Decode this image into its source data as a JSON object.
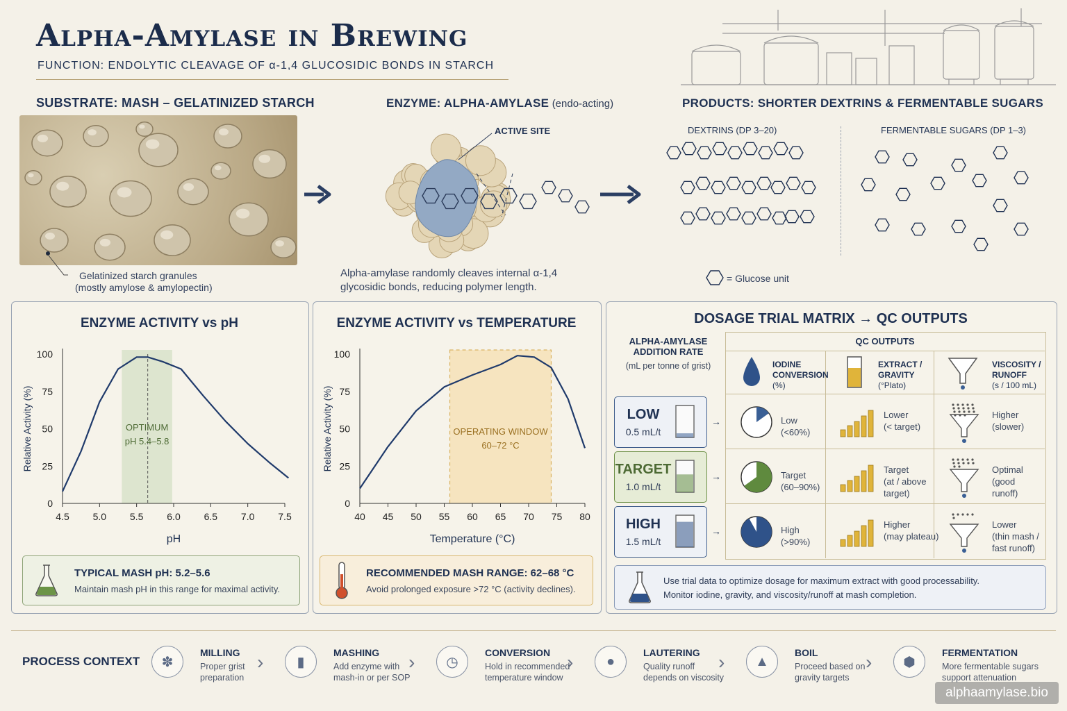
{
  "header": {
    "title": "Alpha-Amylase in Brewing",
    "subtitle": "FUNCTION: ENDOLYTIC CLEAVAGE OF α-1,4 GLUCOSIDIC BONDS IN STARCH"
  },
  "substrate": {
    "heading": "SUBSTRATE: MASH – GELATINIZED STARCH",
    "caption_line1": "Gelatinized starch granules",
    "caption_line2": "(mostly amylose & amylopectin)"
  },
  "enzyme": {
    "heading": "ENZYME: ALPHA-AMYLASE",
    "heading_suffix": "(endo-acting)",
    "active_site_label": "ACTIVE SITE",
    "caption_line1": "Alpha-amylase randomly cleaves internal α-1,4",
    "caption_line2": "glycosidic bonds, reducing polymer length."
  },
  "products": {
    "heading": "PRODUCTS: SHORTER DEXTRINS & FERMENTABLE SUGARS",
    "dextrins_label": "DEXTRINS (DP 3–20)",
    "sugars_label": "FERMENTABLE SUGARS (DP 1–3)",
    "legend": "= Glucose unit"
  },
  "ph_chart": {
    "title": "ENZYME ACTIVITY vs pH",
    "band_label_1": "OPTIMUM",
    "band_label_2": "pH 5.4–5.8",
    "note_heading": "TYPICAL MASH pH: 5.2–5.6",
    "note_text": "Maintain mash pH in this range for maximal activity."
  },
  "temp_chart": {
    "title": "ENZYME ACTIVITY vs TEMPERATURE",
    "band_label_1": "OPERATING WINDOW",
    "band_label_2": "60–72 °C",
    "note_heading": "RECOMMENDED MASH RANGE: 62–68 °C",
    "note_text": "Avoid prolonged exposure >72 °C (activity declines)."
  },
  "chart_data": [
    {
      "type": "line",
      "xlabel": "pH",
      "ylabel": "Relative Activity (%)",
      "xlim": [
        4.5,
        7.5
      ],
      "ylim": [
        0,
        100
      ],
      "xticks": [
        "4.5",
        "5.0",
        "5.5",
        "6.0",
        "6.5",
        "7.0",
        "7.5"
      ],
      "yticks": [
        "0",
        "25",
        "50",
        "75",
        "100"
      ],
      "x": [
        4.5,
        4.75,
        5.0,
        5.25,
        5.5,
        5.65,
        5.85,
        6.1,
        6.4,
        6.7,
        7.0,
        7.3,
        7.55
      ],
      "y": [
        8,
        35,
        68,
        90,
        98,
        98,
        95,
        90,
        72,
        55,
        40,
        27,
        17
      ],
      "band": [
        5.3,
        5.98
      ],
      "optimum_line": 5.65
    },
    {
      "type": "line",
      "xlabel": "Temperature (°C)",
      "ylabel": "Relative Activity (%)",
      "xlim": [
        40,
        80
      ],
      "ylim": [
        0,
        100
      ],
      "xticks": [
        "40",
        "45",
        "50",
        "55",
        "60",
        "65",
        "70",
        "75",
        "80"
      ],
      "yticks": [
        "0",
        "25",
        "50",
        "75",
        "100"
      ],
      "x": [
        40,
        45,
        50,
        55,
        60,
        65,
        68,
        71,
        74,
        77,
        80
      ],
      "y": [
        10,
        38,
        62,
        78,
        86,
        93,
        99,
        98,
        91,
        70,
        37
      ],
      "band": [
        56,
        74
      ]
    }
  ],
  "matrix": {
    "title": "DOSAGE TRIAL MATRIX → QC OUTPUTS",
    "rate_label_1": "ALPHA-AMYLASE",
    "rate_label_2": "ADDITION RATE",
    "rate_units": "(mL per tonne of grist)",
    "qc_heading": "QC OUTPUTS",
    "columns": [
      {
        "l1": "IODINE",
        "l2": "CONVERSION",
        "u": "(%)"
      },
      {
        "l1": "EXTRACT /",
        "l2": "GRAVITY",
        "u": "(°Plato)"
      },
      {
        "l1": "VISCOSITY /",
        "l2": "RUNOFF",
        "u": "(s / 100 mL)"
      }
    ],
    "rows": [
      {
        "level": "LOW",
        "rate": "0.5 mL/t",
        "iodine": [
          "Low",
          "(<60%)"
        ],
        "extract": [
          "Lower",
          "(< target)"
        ],
        "visc": [
          "Higher",
          "(slower)"
        ],
        "fill": 0.15,
        "color": "#3a5f95"
      },
      {
        "level": "TARGET",
        "rate": "1.0 mL/t",
        "iodine": [
          "Target",
          "(60–90%)"
        ],
        "extract": [
          "Target",
          "(at / above",
          "target)"
        ],
        "visc": [
          "Optimal",
          "(good",
          "runoff)"
        ],
        "fill": 0.65,
        "color": "#5f8a3e"
      },
      {
        "level": "HIGH",
        "rate": "1.5 mL/t",
        "iodine": [
          "High",
          "(>90%)"
        ],
        "extract": [
          "Higher",
          "(may plateau)"
        ],
        "visc": [
          "Lower",
          "(thin mash /",
          "fast runoff)"
        ],
        "fill": 0.92,
        "color": "#2f5289"
      }
    ],
    "note_line1": "Use trial data to optimize dosage for maximum extract with good processability.",
    "note_line2": "Monitor iodine, gravity, and viscosity/runoff at mash completion."
  },
  "process": {
    "label": "PROCESS CONTEXT",
    "steps": [
      {
        "title": "MILLING",
        "d1": "Proper grist",
        "d2": "preparation",
        "icon": "wheat-icon"
      },
      {
        "title": "MASHING",
        "d1": "Add enzyme with",
        "d2": "mash-in or per SOP",
        "icon": "thermometer-icon"
      },
      {
        "title": "CONVERSION",
        "d1": "Hold in recommended",
        "d2": "temperature window",
        "icon": "clock-icon"
      },
      {
        "title": "LAUTERING",
        "d1": "Quality runoff",
        "d2": "depends on viscosity",
        "icon": "droplet-icon"
      },
      {
        "title": "BOIL",
        "d1": "Proceed based on",
        "d2": "gravity targets",
        "icon": "flame-icon"
      },
      {
        "title": "FERMENTATION",
        "d1": "More fermentable sugars",
        "d2": "support attenuation",
        "icon": "yeast-icon"
      }
    ]
  },
  "watermark": "alphaamylase.bio"
}
